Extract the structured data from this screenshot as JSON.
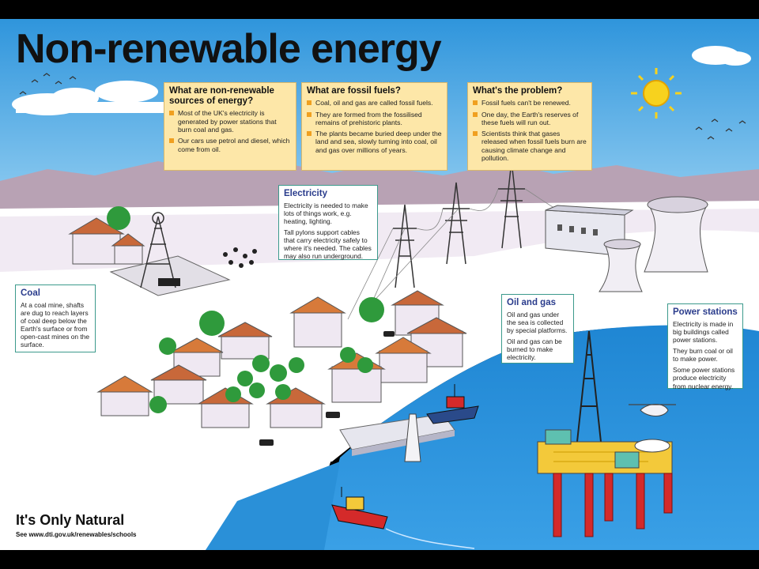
{
  "title": "Non-renewable energy",
  "panels": [
    {
      "heading": "What are non-renewable sources of energy?",
      "items": [
        "Most of the UK's electricity is generated by power stations that burn coal and gas.",
        "Our cars use petrol and diesel, which come from oil."
      ]
    },
    {
      "heading": "What are fossil fuels?",
      "items": [
        "Coal, oil and gas are called fossil fuels.",
        "They are formed from the fossilised remains of prehistoric plants.",
        "The plants became buried deep under the land and sea, slowly turning into coal, oil and gas over millions of years."
      ]
    },
    {
      "heading": "What's the problem?",
      "items": [
        "Fossil fuels can't be renewed.",
        "One day, the Earth's reserves of these fuels will run out.",
        "Scientists think that gases released when fossil fuels burn are causing climate change and pollution."
      ]
    }
  ],
  "labels": {
    "electricity": {
      "heading": "Electricity",
      "paragraphs": [
        "Electricity is needed to make lots of things work, e.g. heating, lighting.",
        "Tall pylons support cables that carry electricity safely to where it's needed. The cables may also run underground."
      ]
    },
    "coal": {
      "heading": "Coal",
      "paragraphs": [
        "At a coal mine, shafts are dug to reach layers of coal deep below the Earth's surface or from open-cast mines on the surface."
      ]
    },
    "oil_gas": {
      "heading": "Oil and gas",
      "paragraphs": [
        "Oil and gas under the sea is collected by special platforms.",
        "Oil and gas can be burned to make electricity."
      ]
    },
    "power_stations": {
      "heading": "Power stations",
      "paragraphs": [
        "Electricity is made in big buildings called power stations.",
        "They burn coal or oil to make power.",
        "Some power stations produce electricity from nuclear energy."
      ]
    }
  },
  "footer": {
    "brand": "It's Only Natural",
    "url": "See www.dti.gov.uk/renewables/schools"
  },
  "colors": {
    "sky": "#2a8fd8",
    "sea": "#2c8ed6",
    "panel": "#fde7a8",
    "label_border": "#3c9a8c",
    "label_heading": "#2a3c8c"
  }
}
